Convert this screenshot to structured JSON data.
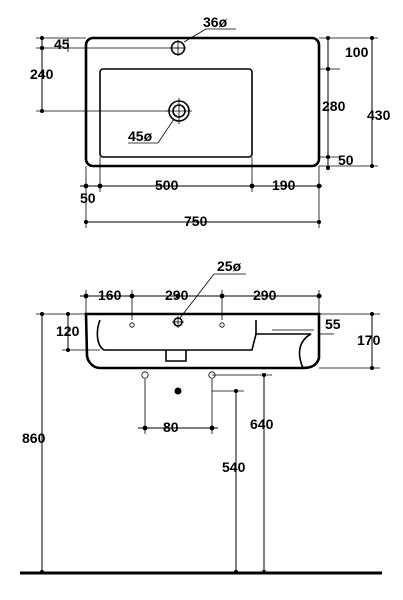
{
  "top_view": {
    "dims": {
      "tap_hole": "36ø",
      "tap_offset": "45",
      "tap_to_drain": "240",
      "top_margin": "100",
      "drain_height": "280",
      "bottom_margin": "50",
      "depth": "430",
      "drain_hole": "45ø",
      "left_margin": "50",
      "basin_width": "500",
      "right_deck": "190",
      "total_width": "750"
    }
  },
  "front_view": {
    "dims": {
      "overflow_hole": "25ø",
      "left_hole": "160",
      "hole_spacing_1": "290",
      "hole_spacing_2": "290",
      "side_thickness": "55",
      "bowl_depth": "120",
      "total_height": "170",
      "bracket_spacing": "80",
      "bracket_height": "640",
      "drain_height": "540",
      "mount_height": "860"
    }
  }
}
